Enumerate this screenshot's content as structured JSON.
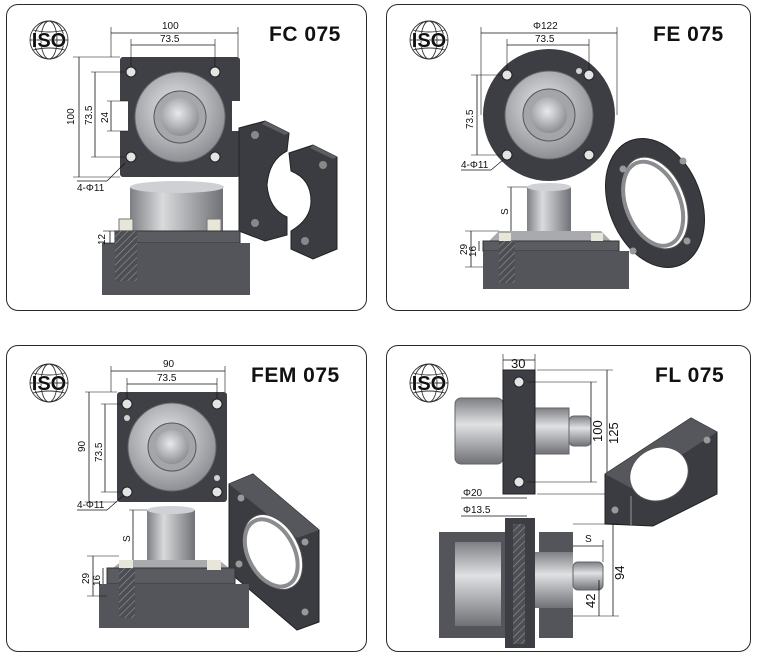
{
  "iso_label": "ISO",
  "panels": {
    "fc": {
      "title": "FC 075",
      "dims": {
        "width": "100",
        "bolt_h": "73.5",
        "height": "100",
        "bolt_v": "73.5",
        "slot": "24",
        "holes": "4-Φ11",
        "thick": "12"
      }
    },
    "fe": {
      "title": "FE 075",
      "dims": {
        "diameter": "Φ122",
        "bolt_h": "73.5",
        "bolt_v": "73.5",
        "holes": "4-Φ11",
        "stroke": "S",
        "h29": "29",
        "h16": "16"
      }
    },
    "fem": {
      "title": "FEM 075",
      "dims": {
        "width": "90",
        "bolt_h": "73.5",
        "height": "90",
        "bolt_v": "73.5",
        "holes": "4-Φ11",
        "stroke": "S",
        "h29": "29",
        "h16": "16"
      }
    },
    "fl": {
      "title": "FL 075",
      "dims": {
        "thick": "30",
        "h100": "100",
        "h125": "125",
        "d20": "Φ20",
        "d13": "Φ13.5",
        "stroke": "S",
        "h94": "94",
        "h42": "42"
      }
    }
  },
  "colors": {
    "metal": "#b8babe",
    "dark": "#3b3d42",
    "ground": "#5a5c60",
    "frame": "#2a2a2a"
  }
}
